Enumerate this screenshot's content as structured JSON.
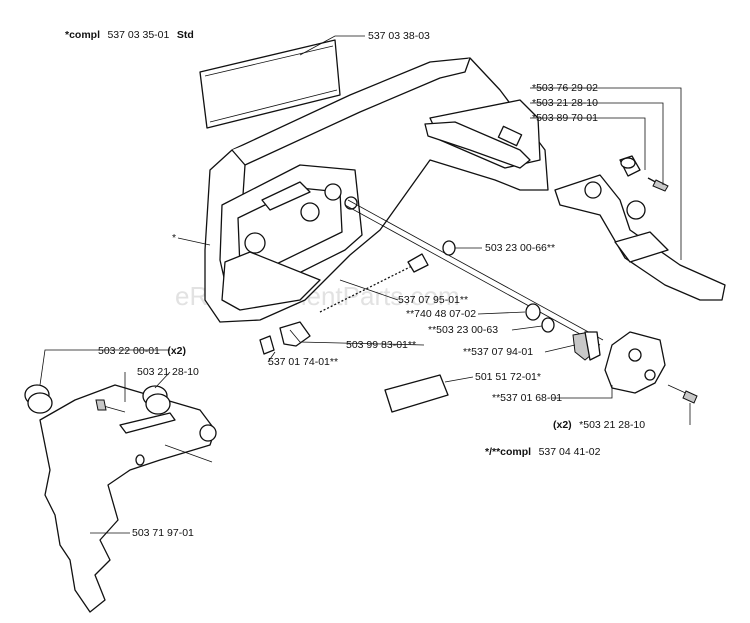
{
  "watermark": "eReplacementParts.com",
  "labels": {
    "compl_std_prefix": "*compl",
    "compl_std_num": "537 03 35-01",
    "compl_std_suffix": "Std",
    "cover_glass": "537 03 38-03",
    "star": "*",
    "p503_76_29_02": "*503 76 29-02",
    "p503_21_28_10a": "*503 21 28-10",
    "p503_89_70_01": "*503 89 70-01",
    "p503_23_00_66": "503 23 00-66**",
    "p537_07_95_01": "537 07 95-01**",
    "p740_48_07_02": "**740 48 07-02",
    "p503_23_00_63": "**503 23 00-63",
    "p503_99_83_01": "503 99 83-01**",
    "p537_07_94_01": "**537 07 94-01",
    "p537_01_74_01": "537 01 74-01**",
    "p501_51_72_01": "501 51 72-01*",
    "p537_01_68_01": "**537 01 68-01",
    "x2_prefix": "(x2)",
    "p503_21_28_10b": "*503 21 28-10",
    "compl2_prefix": "*/**compl",
    "compl2_num": "537 04 41-02",
    "p503_22_00_01": "503 22 00-01",
    "x2_b": "(x2)",
    "p503_21_28_10c": "503 21 28-10",
    "p503_71_97_01": "503 71 97-01"
  }
}
